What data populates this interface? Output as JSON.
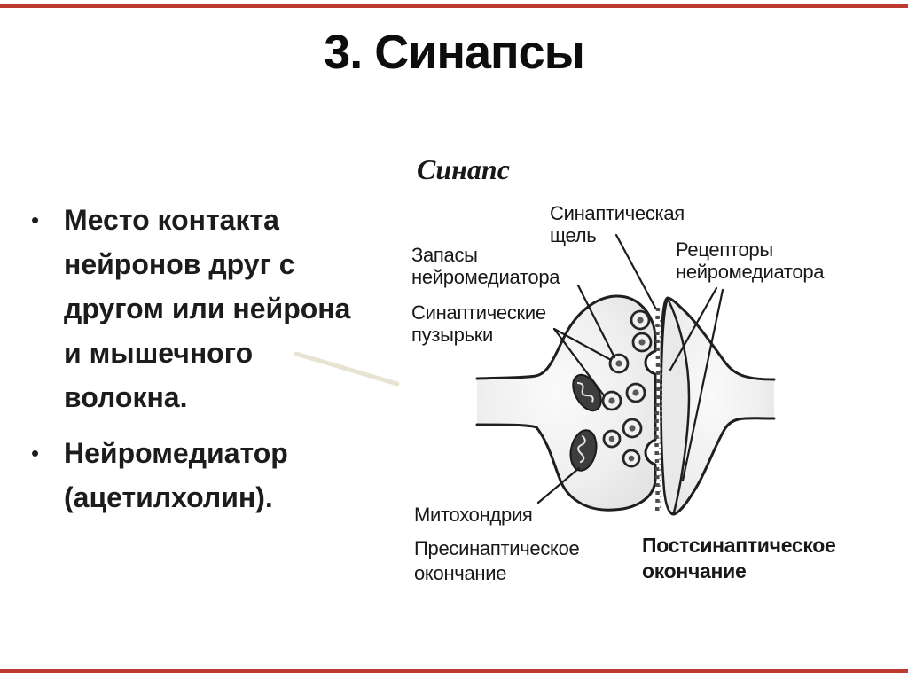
{
  "slide": {
    "title": "3. Синапсы",
    "bullets": [
      "Место контакта\nнейронов друг с\nдругом или нейрона\nи мышечного\nволокна.",
      "Нейромедиатор\n(ацетилхолин)."
    ],
    "bullet_marker": "•",
    "accent_color": "#bc3a2f",
    "connector_color": "#e8e4d4"
  },
  "diagram": {
    "title": "Синапс",
    "labels": {
      "synaptic_cleft": "Синаптическая\nщель",
      "transmitter_stores": "Запасы\nнейромедиатора",
      "receptors": "Рецепторы\nнейромедиатора",
      "vesicles": "Синаптические\nпузырьки",
      "mitochondrion": "Митохондрия",
      "presynaptic": "Пресинаптическое\nокончание",
      "postsynaptic": "Постсинаптическое\nокончание"
    }
  }
}
